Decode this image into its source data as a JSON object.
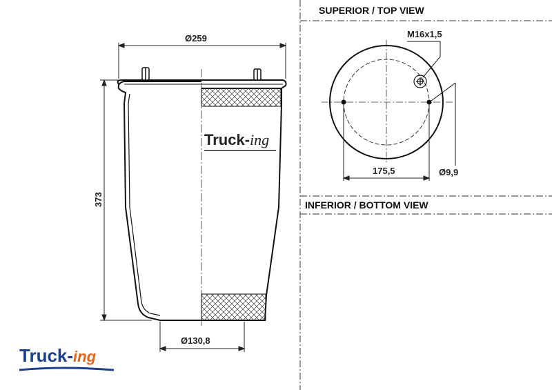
{
  "views": {
    "top_title": "SUPERIOR / TOP VIEW",
    "bottom_title": "INFERIOR / BOTTOM VIEW"
  },
  "dimensions": {
    "top_diameter": "Ø259",
    "height": "373",
    "bottom_diameter": "Ø130,8",
    "thread": "M16x1,5",
    "stud_spacing": "175,5",
    "hole_diameter": "Ø9,9"
  },
  "branding": {
    "body_brand_main": "Truck-",
    "body_brand_tail": "ing",
    "logo_main": "Truck-",
    "logo_tail": "ing",
    "logo_colors": {
      "main": "#1c3f8c",
      "tail": "#e0641a"
    }
  }
}
